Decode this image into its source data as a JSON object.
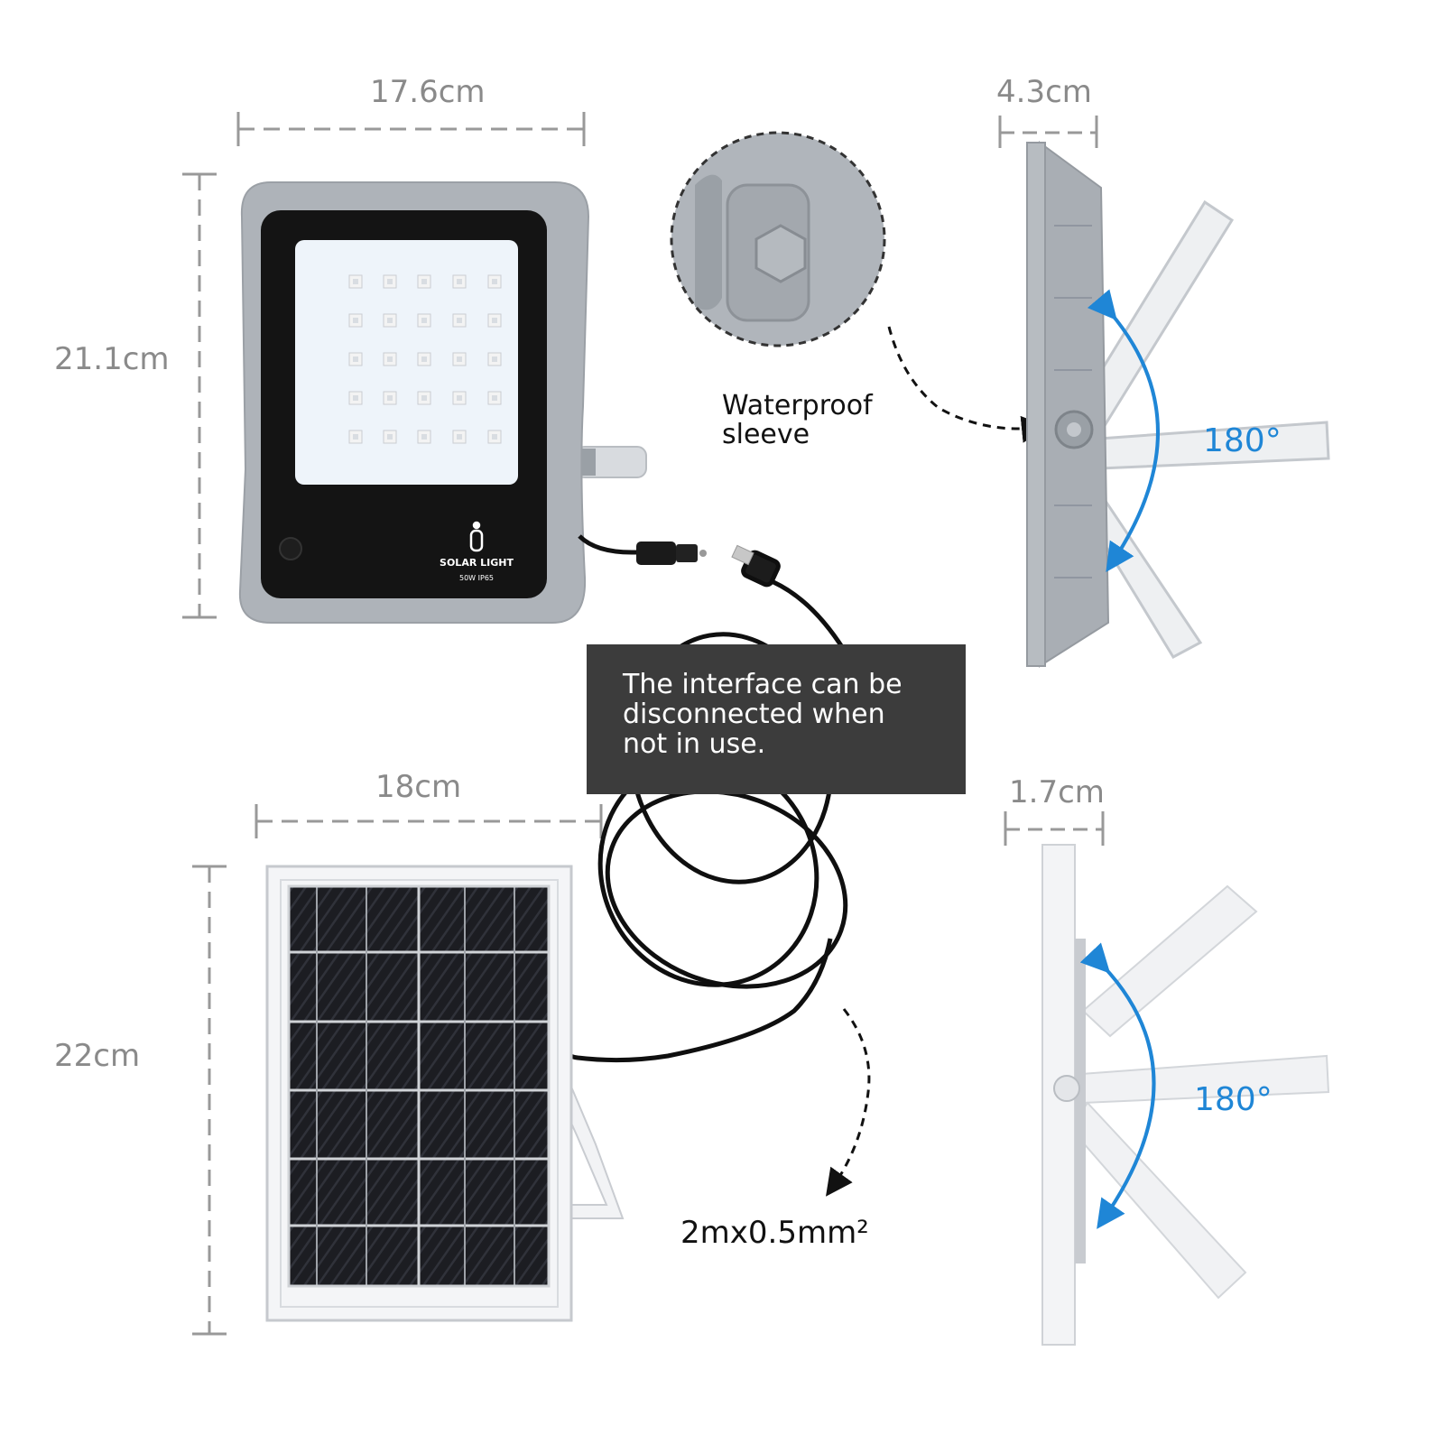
{
  "dimensions": {
    "light_width": "17.6cm",
    "light_height": "21.1cm",
    "light_depth": "4.3cm",
    "panel_width": "18cm",
    "panel_height": "22cm",
    "panel_depth": "1.7cm"
  },
  "callouts": {
    "waterproof_line1": "Waterproof",
    "waterproof_line2": "sleeve",
    "interface_line1": "The interface can be",
    "interface_line2": "disconnected when",
    "interface_line3": "not in use.",
    "cable_spec": "2mx0.5mm²"
  },
  "rotation": {
    "light_angle": "180°",
    "panel_angle": "180°"
  },
  "product_label": {
    "title": "SOLAR LIGHT",
    "spec": "50W IP65"
  },
  "colors": {
    "dimension_line": "#999999",
    "rotation_accent": "#1f86d6",
    "housing_grey": "#a9aeb4",
    "note_background": "#3c3c3c"
  }
}
